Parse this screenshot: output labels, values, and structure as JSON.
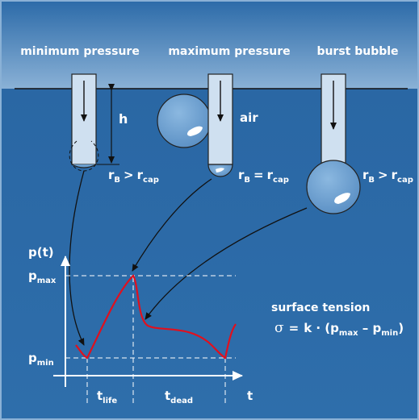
{
  "headers": {
    "min": "minimum pressure",
    "max": "maximum pressure",
    "burst": "burst bubble"
  },
  "labels": {
    "h": "h",
    "air": "air",
    "r": "r",
    "B": "B",
    "cap": "cap",
    "gt": ">",
    "eq": "="
  },
  "graph": {
    "p_of_t": "p(t)",
    "p": "p",
    "max": "max",
    "min": "min",
    "t": "t",
    "life": "life",
    "dead": "dead"
  },
  "formula": {
    "title": "surface tension",
    "sigma": "σ",
    "eq": "=",
    "k_dot": "k · (p",
    "max": "max",
    "minus": " – p",
    "min": "min",
    "close": ")"
  },
  "colors": {
    "background": "#2b6aa8",
    "header_band": "#8ab1d6",
    "capillary": "#cfe0f0",
    "bubble": "#6a9fd0",
    "curve": "#e0101e",
    "line": "#111111",
    "text": "#ffffff"
  }
}
